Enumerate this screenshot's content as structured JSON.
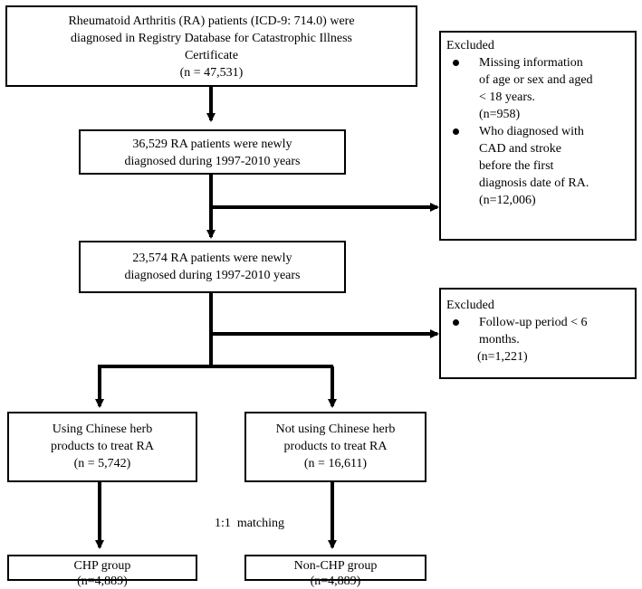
{
  "box_start": {
    "lines": [
      "Rheumatoid Arthritis (RA) patients (ICD-9: 714.0) were",
      "diagnosed in Registry Database for Catastrophic Illness",
      "Certificate",
      "(n = 47,531)"
    ]
  },
  "box_newly_1": {
    "lines": [
      "36,529 RA patients were newly",
      "diagnosed during 1997-2010 years"
    ]
  },
  "box_newly_2": {
    "lines": [
      "23,574 RA patients were newly",
      "diagnosed during 1997-2010 years"
    ]
  },
  "excluded_1": {
    "title": "Excluded",
    "items": [
      {
        "lines": [
          "Missing information",
          "of age or sex and aged",
          "< 18 years."
        ],
        "count": "(n=958)"
      },
      {
        "lines": [
          "Who diagnosed with",
          "CAD and stroke",
          "before the first",
          "diagnosis date of RA."
        ],
        "count": "(n=12,006)"
      }
    ]
  },
  "excluded_2": {
    "title": "Excluded",
    "items": [
      {
        "lines": [
          "Follow-up period < 6",
          "months."
        ],
        "count": "(n=1,221)"
      }
    ]
  },
  "box_chp_using": {
    "lines": [
      "Using Chinese herb",
      "products to treat RA",
      "(n = 5,742)"
    ]
  },
  "box_chp_notusing": {
    "lines": [
      "Not using Chinese herb",
      "products to treat RA",
      "(n = 16,611)"
    ]
  },
  "matching_label": "1:1  matching",
  "box_chp_group": {
    "lines": [
      "CHP group",
      "(n=4,889)"
    ]
  },
  "box_nonchp_group": {
    "lines": [
      "Non-CHP group",
      "(n=4,889)"
    ]
  },
  "colors": {
    "stroke": "#000000",
    "background": "#ffffff"
  }
}
